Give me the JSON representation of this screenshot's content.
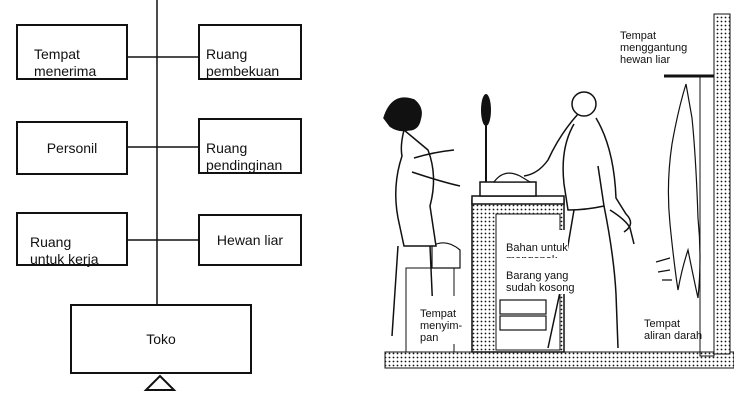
{
  "flow": {
    "left_boxes": [
      {
        "label": "Tempat\nmenerima"
      },
      {
        "label": "Personil"
      },
      {
        "label": "Ruang\nuntuk kerja"
      }
    ],
    "right_boxes": [
      {
        "label": "Ruang\npembekuan"
      },
      {
        "label": "Ruang\npendinginan"
      },
      {
        "label": "Hewan liar"
      }
    ],
    "shop_label": "Toko"
  },
  "illustration": {
    "labels": {
      "hanging": "Tempat\nmenggantung\nhewan liar",
      "packing": "Bahan untuk\nmengepak",
      "empty_goods": "Barang yang\nsudah kosong",
      "storage": "Tempat\nmenyim-\npan",
      "drain": "Tempat\naliran darah"
    }
  }
}
